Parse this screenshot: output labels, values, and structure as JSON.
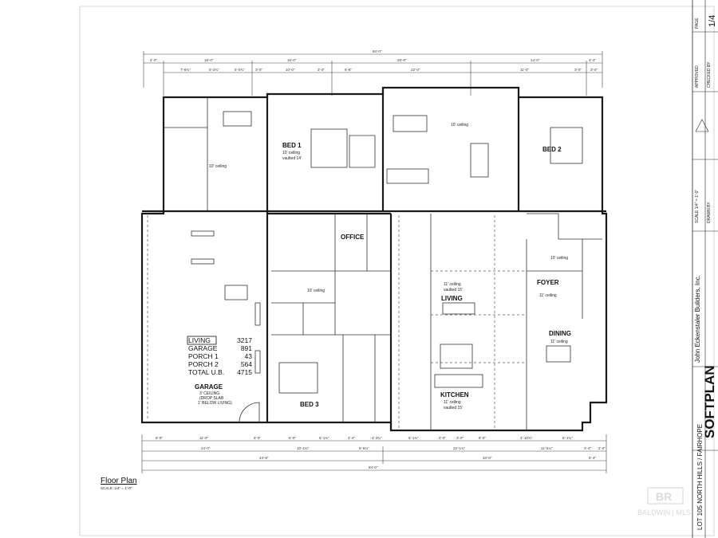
{
  "drawing": {
    "title": "Floor Plan",
    "scale": "SCALE: 1/4\" = 1'-0\""
  },
  "rooms": {
    "bed1": {
      "label": "BED 1",
      "ceiling": "10' ceiling",
      "ceiling2": "vaulted 14'"
    },
    "great_room": {
      "ceiling": "10' ceiling"
    },
    "bed2": {
      "label": "BED 2",
      "ceiling": "10' ceiling"
    },
    "master_bath": {
      "ceiling": "10' ceiling"
    },
    "office": {
      "label": "OFFICE"
    },
    "living": {
      "label": "LIVING",
      "ceiling": "11' ceiling",
      "ceiling2": "vaulted 15'"
    },
    "foyer": {
      "label": "FOYER",
      "ceiling": "11' ceiling"
    },
    "dining": {
      "label": "DINING",
      "ceiling": "11' ceiling"
    },
    "kitchen": {
      "label": "KITCHEN",
      "ceiling": "11' ceiling",
      "ceiling2": "vaulted 15'"
    },
    "bed3": {
      "label": "BED 3"
    },
    "hall": {
      "ceiling": "10' ceiling"
    },
    "garage": {
      "label": "GARAGE",
      "note1": "3' CEILING",
      "note2": "(DROP SLAB",
      "note3": "1' BELOW LIVING)"
    }
  },
  "areas": [
    {
      "label": "LIVING",
      "value": "3217"
    },
    {
      "label": "GARAGE",
      "value": "891"
    },
    {
      "label": "PORCH 1",
      "value": "43"
    },
    {
      "label": "PORCH 2",
      "value": "564"
    },
    {
      "label": "TOTAL U.B.",
      "value": "4715"
    }
  ],
  "dimensions": {
    "top_overall": "84'-0\"",
    "top_row1": [
      "4'-0\"",
      "18'-0\"",
      "16'-0\"",
      "28'-8\"",
      "14'-0\"",
      "3'-4\""
    ],
    "top_row2": [
      "7'-8¾\"",
      "5'-2¾\"",
      "5'-0¾\"",
      "3'-0\"",
      "10'-0\"",
      "3'-0\"",
      "6'-8\"",
      "22'-0\"",
      "11'-0\"",
      "3'-0\"",
      "3'-0\""
    ],
    "bottom_row1": [
      "6'-0\"",
      "11'-0\"",
      "6'-0\"",
      "6'-0\"",
      "6'-1¾\"",
      "4'-4\"",
      "4'-3¾\"",
      "6'-1¾\"",
      "3'-0\"",
      "3'-0\"",
      "8'-0\"",
      "4'-10¾\"",
      "6'-1¾\""
    ],
    "bottom_row2": [
      "24'-0\"",
      "10'-1¾\"",
      "8'-6¼\"",
      "22'-1¾\"",
      "11'-5¼\"",
      "3'-4\"",
      "2'-0\""
    ],
    "bottom_row3": [
      "44'-8\"",
      "34'-0\"",
      "5'-4\""
    ],
    "bottom_overall": "84'-0\""
  },
  "title_block": {
    "project": "LOT 105 NORTH HILLS / FAIRHOPE",
    "logo": "SOFTPLAN",
    "builder": "John Eckenstaler Builders, Inc.",
    "scale": "SCALE  1/4\" = 1'-0\"",
    "drawn_by": "DRAWN BY",
    "approved": "APPROVED",
    "checked_by": "CHECKED BY",
    "page_label": "PAGE",
    "page": "1/4"
  },
  "watermark": "BALDWIN | MLS"
}
